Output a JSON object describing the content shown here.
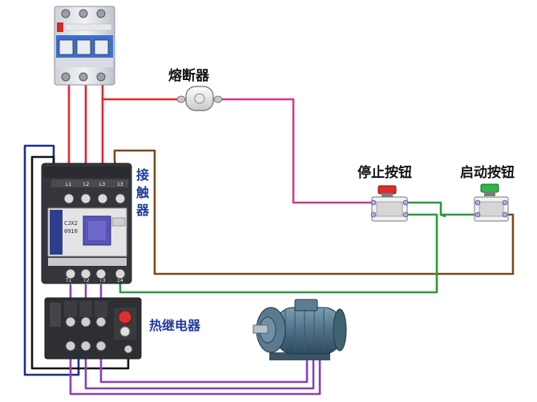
{
  "labels": {
    "fuse": "熔断器",
    "stop_button": "停止按钮",
    "start_button": "启动按钮",
    "contactor": [
      "接",
      "触",
      "器"
    ],
    "thermal_relay": "热继电器"
  },
  "contactor_model": [
    "CJX2",
    "0910"
  ],
  "colors": {
    "red_wire": "#e0282a",
    "magenta_wire": "#d4358f",
    "navy_wire": "#1c2f8f",
    "black_wire": "#141414",
    "brown_wire": "#7a4a1e",
    "green_wire": "#2b9a3a",
    "purple_wire": "#8a3fb8",
    "device_body": "#34353a",
    "stop_cap": "#e02a2a",
    "start_cap": "#2fb54a",
    "motor_body": "#4d6f86"
  }
}
